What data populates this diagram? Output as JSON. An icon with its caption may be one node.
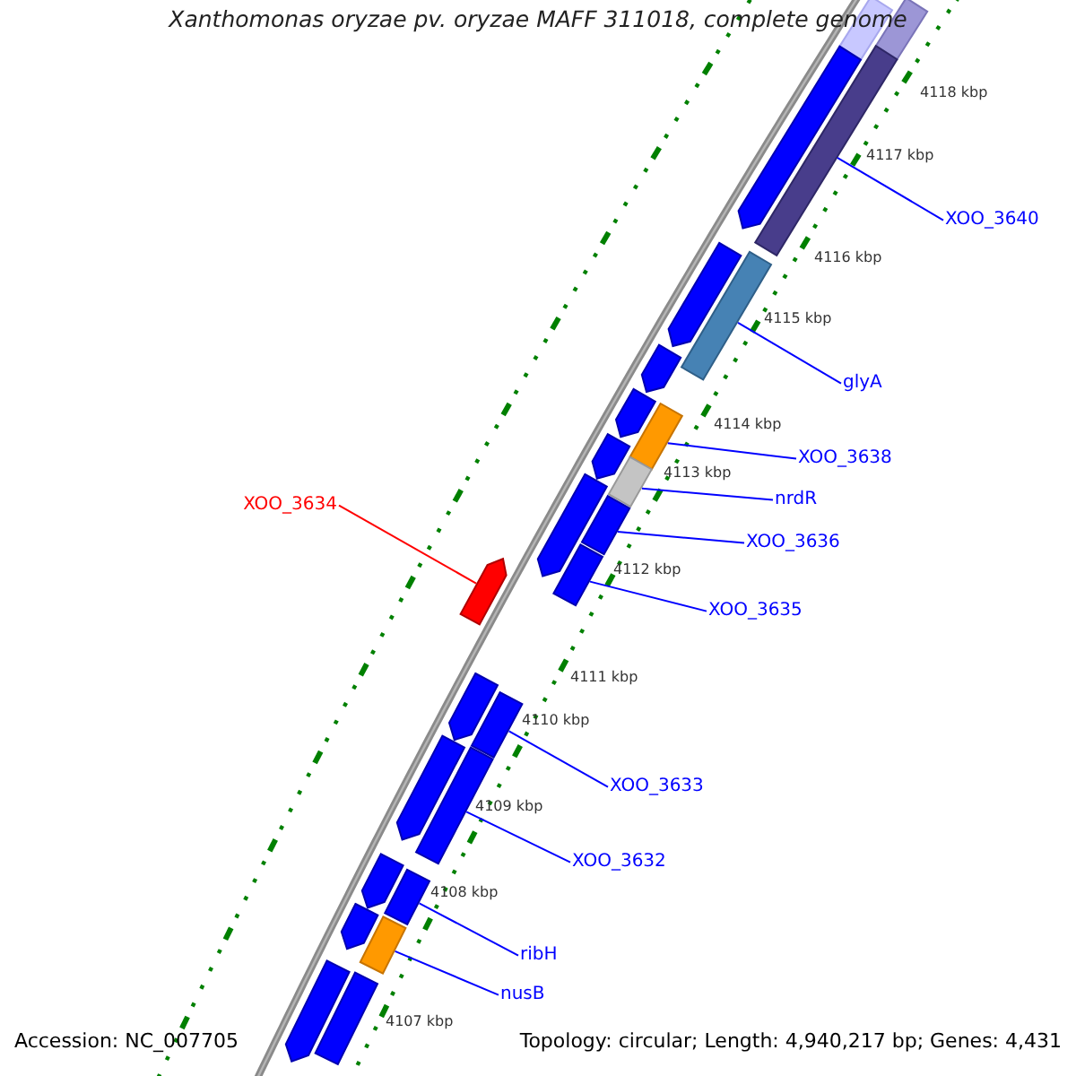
{
  "diagram": {
    "title": "Xanthomonas oryzae pv. oryzae MAFF 311018, complete genome",
    "nodes": [
      {
        "text": [
          "XOO_3640"
        ]
      },
      {
        "text": [
          "glyA"
        ]
      },
      {
        "text": [
          "XOO_3638"
        ]
      },
      {
        "text": [
          "nrdR"
        ]
      },
      {
        "text": [
          "XOO_3634"
        ]
      },
      {
        "text": [
          "XOO_3636"
        ]
      },
      {
        "text": [
          "XOO_3635"
        ]
      },
      {
        "text": [
          "XOO_3633"
        ]
      },
      {
        "text": [
          "XOO_3632"
        ]
      },
      {
        "text": [
          "ribH"
        ]
      },
      {
        "text": [
          "nusB"
        ]
      },
      {
        "text": [],
        "shape": "bar"
      },
      {
        "text": [],
        "shape": "bar"
      },
      {
        "text": [],
        "shape": "bar"
      },
      {
        "text": [],
        "shape": "pentagon"
      },
      {
        "text": [],
        "shape": "bar"
      },
      {
        "text": [],
        "shape": "pentagon"
      },
      {
        "text": [],
        "shape": "pentagon"
      },
      {
        "text": [],
        "shape": "bar"
      },
      {
        "text": [],
        "shape": "pentagon"
      },
      {
        "text": [],
        "shape": "pentagon"
      },
      {
        "text": [],
        "shape": "bar"
      },
      {
        "text": [],
        "shape": "pentagon"
      },
      {
        "text": [],
        "shape": "bar"
      },
      {
        "text": [],
        "shape": "bar"
      },
      {
        "text": [],
        "shape": "pentagon"
      },
      {
        "text": [],
        "shape": "pentagon"
      },
      {
        "text": [],
        "shape": "bar"
      },
      {
        "text": [],
        "shape": "bar"
      },
      {
        "text": [],
        "shape": "pentagon"
      },
      {
        "text": [],
        "shape": "pentagon"
      },
      {
        "text": [],
        "shape": "bar"
      },
      {
        "text": [],
        "shape": "bar"
      },
      {
        "text": [],
        "shape": "pentagon"
      },
      {
        "text": [],
        "shape": "bar"
      },
      {
        "text": [],
        "shape": "pentagon"
      }
    ],
    "edges": [
      {
        "from": 0,
        "to": 13,
        "arrow": "none"
      },
      {
        "from": 1,
        "to": 15,
        "arrow": "none"
      },
      {
        "from": 2,
        "to": 18,
        "arrow": "none"
      },
      {
        "from": 3,
        "to": 21,
        "arrow": "none"
      },
      {
        "from": 4,
        "to": 25,
        "arrow": "none",
        "color": "#ff0000"
      },
      {
        "from": 5,
        "to": 23,
        "arrow": "none"
      },
      {
        "from": 6,
        "to": 24,
        "arrow": "none"
      },
      {
        "from": 7,
        "to": 27,
        "arrow": "none"
      },
      {
        "from": 8,
        "to": 28,
        "arrow": "none"
      },
      {
        "from": 9,
        "to": 31,
        "arrow": "none"
      },
      {
        "from": 10,
        "to": 32,
        "arrow": "none"
      }
    ],
    "labels": [
      "4118 kbp",
      "4117 kbp",
      "4116 kbp",
      "4115 kbp",
      "4114 kbp",
      "4113 kbp",
      "4112 kbp",
      "4111 kbp",
      "4110 kbp",
      "4109 kbp",
      "4108 kbp",
      "4107 kbp",
      "Accession: NC_007705",
      "Topology: circular; Length: 4,940,217 bp; Genes: 4,431"
    ]
  }
}
